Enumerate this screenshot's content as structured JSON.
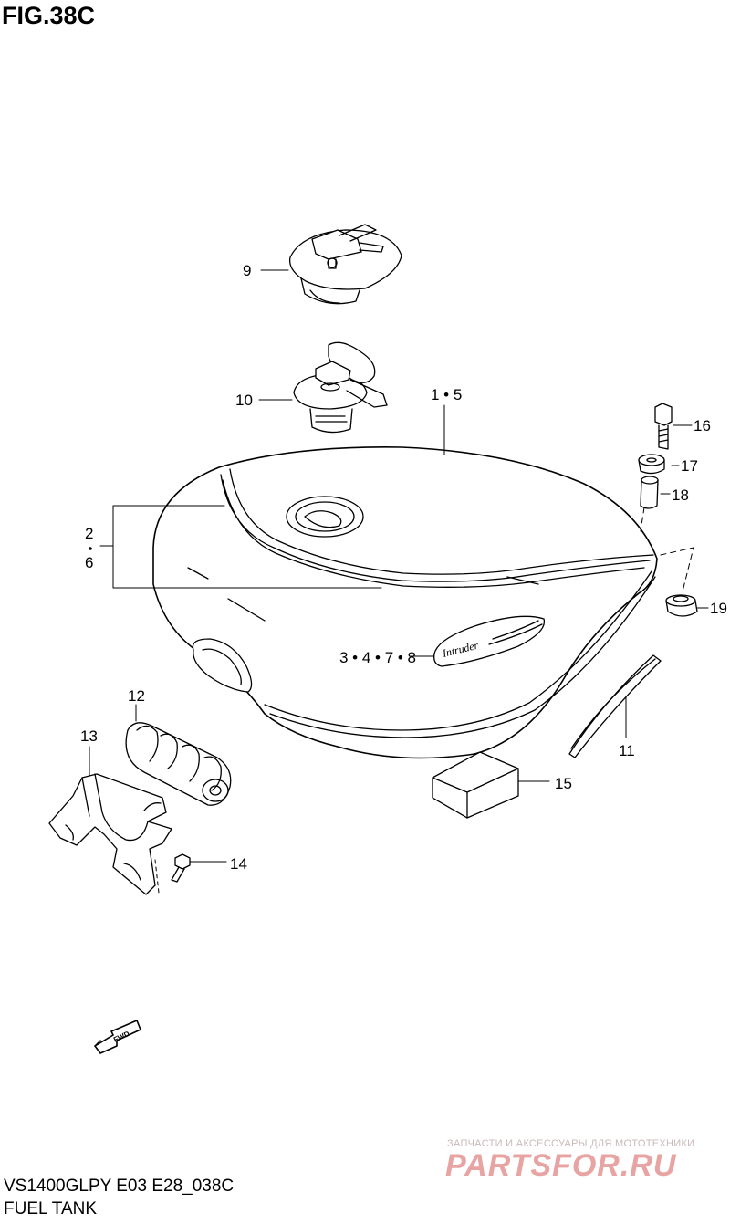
{
  "figure": {
    "title": "FIG.38C"
  },
  "callouts": {
    "c9": "9",
    "c10": "10",
    "c1_5": "1 • 5",
    "c16": "16",
    "c17": "17",
    "c18": "18",
    "c2": "2",
    "c6": "6",
    "c19": "19",
    "c3478": "3 • 4 • 7 • 8",
    "c12": "12",
    "c13": "13",
    "c11": "11",
    "c15": "15",
    "c14": "14"
  },
  "tank_emblem": "Intruder",
  "fwd_label": "FWD",
  "watermark": {
    "tagline": "ЗАПЧАСТИ И АКСЕССУАРЫ ДЛЯ МОТОТЕХНИКИ",
    "logo": "PARTSFOR.RU"
  },
  "footer": {
    "model_code": "VS1400GLPY E03 E28_038C",
    "section_name": "FUEL TANK"
  }
}
